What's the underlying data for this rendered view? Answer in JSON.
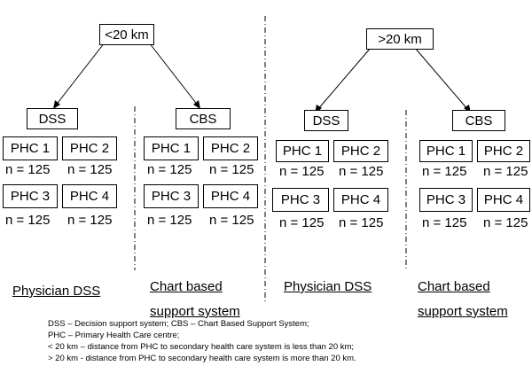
{
  "groups": [
    {
      "top_label": "<20 km",
      "branches": [
        {
          "label": "DSS",
          "title": "Physician DSS",
          "title_line2": "",
          "phcs": [
            {
              "name": "PHC 1",
              "n": "n = 125"
            },
            {
              "name": "PHC 2",
              "n": "n = 125"
            },
            {
              "name": "PHC 3",
              "n": "n = 125"
            },
            {
              "name": "PHC 4",
              "n": "n = 125"
            }
          ]
        },
        {
          "label": "CBS",
          "title": "Chart based",
          "title_line2": "support system",
          "phcs": [
            {
              "name": "PHC 1",
              "n": "n = 125"
            },
            {
              "name": "PHC 2",
              "n": "n = 125"
            },
            {
              "name": "PHC 3",
              "n": "n = 125"
            },
            {
              "name": "PHC 4",
              "n": "n = 125"
            }
          ]
        }
      ]
    },
    {
      "top_label": ">20 km",
      "branches": [
        {
          "label": "DSS",
          "title": "Physician DSS",
          "title_line2": "",
          "phcs": [
            {
              "name": "PHC 1",
              "n": "n = 125"
            },
            {
              "name": "PHC 2",
              "n": "n = 125"
            },
            {
              "name": "PHC 3",
              "n": "n = 125"
            },
            {
              "name": "PHC 4",
              "n": "n = 125"
            }
          ]
        },
        {
          "label": "CBS",
          "title": "Chart based",
          "title_line2": "support system",
          "phcs": [
            {
              "name": "PHC 1",
              "n": "n = 125"
            },
            {
              "name": "PHC 2",
              "n": "n = 125"
            },
            {
              "name": "PHC 3",
              "n": "n = 125"
            },
            {
              "name": "PHC 4",
              "n": "n = 125"
            }
          ]
        }
      ]
    }
  ],
  "legend": [
    "DSS – Decision support system; CBS – Chart Based Support System;",
    "PHC – Primary Health Care centre;",
    "< 20 km – distance from PHC to secondary health care system is less than 20 km;",
    "> 20 km - distance from PHC to secondary health care system is more than 20 km."
  ]
}
